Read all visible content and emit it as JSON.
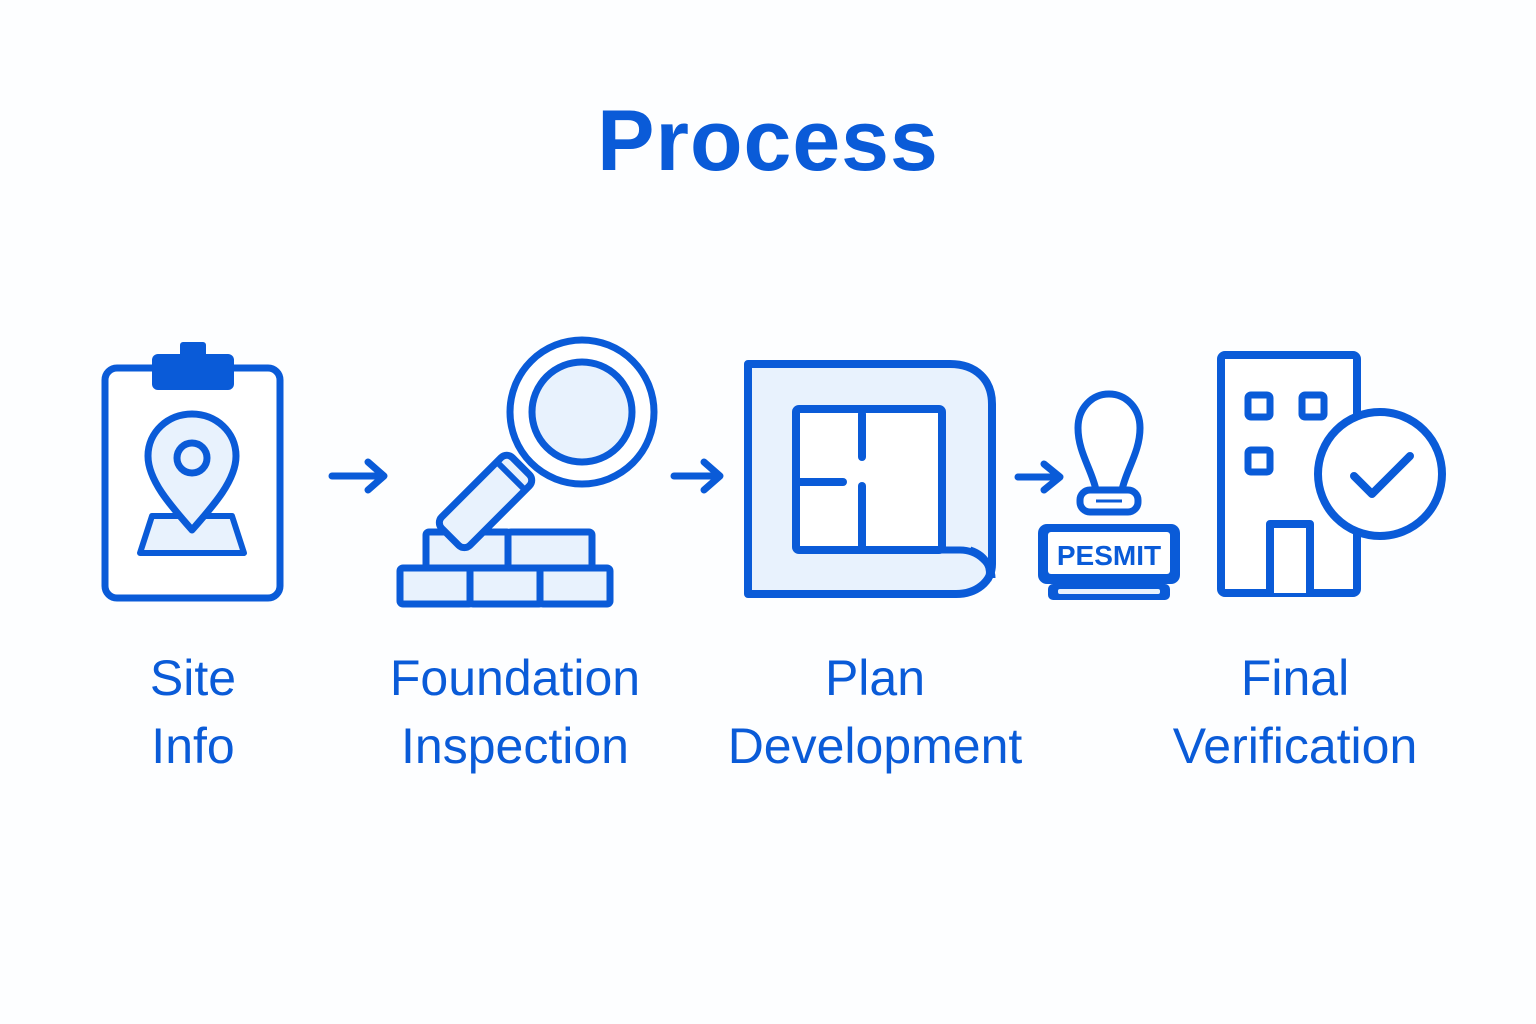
{
  "title": "Process",
  "colors": {
    "primary": "#0a5bd8",
    "fill_light": "#e8f2fd",
    "background": "#fdfeff"
  },
  "steps": [
    {
      "line1": "Site",
      "line2": "Info",
      "icon": "clipboard-location-pin-icon"
    },
    {
      "line1": "Foundation",
      "line2": "Inspection",
      "icon": "magnifier-over-bricks-icon"
    },
    {
      "line1": "Plan",
      "line2": "Development",
      "icon": "blueprint-floorplan-icon"
    },
    {
      "line1": "Final",
      "line2": "Verification",
      "icon": "building-with-checkmark-icon"
    }
  ],
  "stamp": {
    "icon": "permit-stamp-icon",
    "text": "PESMIT"
  },
  "arrows": [
    "arrow-right-icon",
    "arrow-right-icon",
    "arrow-right-icon"
  ]
}
